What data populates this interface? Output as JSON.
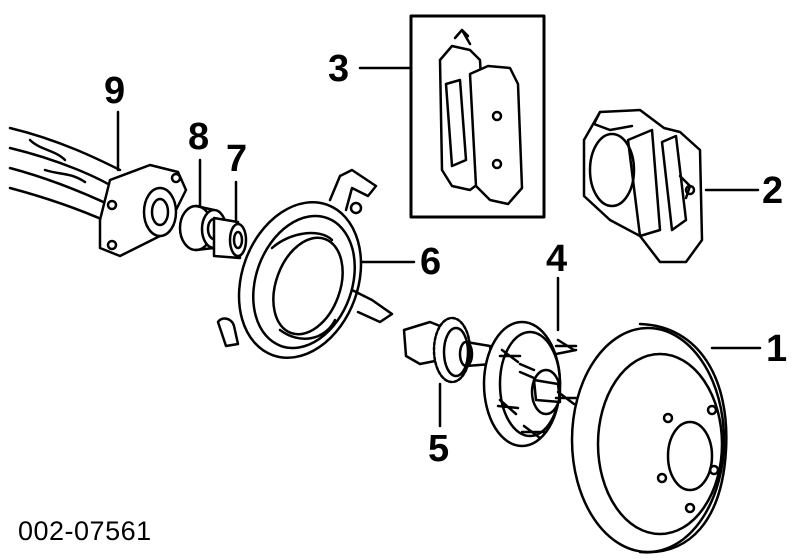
{
  "callouts": {
    "c1": "1",
    "c2": "2",
    "c3": "3",
    "c4": "4",
    "c5": "5",
    "c6": "6",
    "c7": "7",
    "c8": "8",
    "c9": "9"
  },
  "reference_code": "002-07561",
  "colors": {
    "ink": "#000000",
    "paper": "#ffffff"
  },
  "parts": [
    "rotor-disc",
    "caliper",
    "brake-pads",
    "hub",
    "abs-tone-ring",
    "backing-plate",
    "bearing-race",
    "bearing",
    "axle-housing"
  ]
}
